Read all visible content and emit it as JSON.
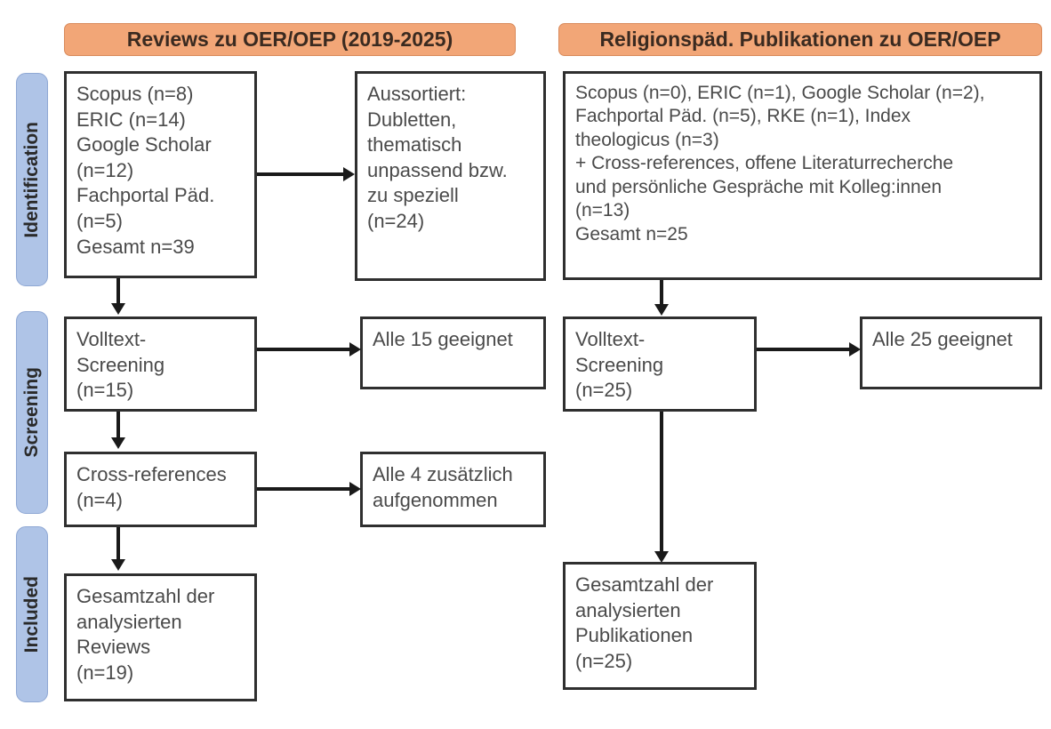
{
  "phases": [
    {
      "label": "Identification"
    },
    {
      "label": "Screening"
    },
    {
      "label": "Included"
    }
  ],
  "columns": [
    {
      "header": "Reviews zu OER/OEP (2019-2025)"
    },
    {
      "header": "Religionspäd. Publikationen zu OER/OEP"
    }
  ],
  "left_column": {
    "identification_sources": {
      "lines": [
        "Scopus (n=8)",
        "ERIC (n=14)",
        "Google Scholar",
        "(n=12)",
        "Fachportal Päd.",
        "(n=5)",
        "Gesamt n=39"
      ]
    },
    "excluded": {
      "lines": [
        "Aussortiert:",
        "Dubletten,",
        "thematisch",
        "unpassend bzw.",
        "zu speziell",
        "(n=24)"
      ]
    },
    "fulltext_screening": {
      "lines": [
        "Volltext-",
        "Screening",
        "(n=15)"
      ]
    },
    "screening_result": {
      "lines": [
        "Alle 15 geeignet"
      ]
    },
    "cross_references": {
      "lines": [
        "Cross-references",
        "(n=4)"
      ]
    },
    "cross_references_result": {
      "lines": [
        "Alle 4 zusätzlich",
        "aufgenommen"
      ]
    },
    "included_total": {
      "lines": [
        "Gesamtzahl der",
        "analysierten",
        "Reviews",
        "(n=19)"
      ]
    }
  },
  "right_column": {
    "identification_sources": {
      "lines": [
        "Scopus (n=0), ERIC (n=1), Google Scholar (n=2),",
        "Fachportal Päd. (n=5), RKE (n=1), Index",
        "theologicus (n=3)",
        "+ Cross-references, offene Literaturrecherche",
        "und persönliche Gespräche mit Kolleg:innen",
        "(n=13)",
        "Gesamt n=25"
      ]
    },
    "fulltext_screening": {
      "lines": [
        "Volltext-",
        "Screening",
        "(n=25)"
      ]
    },
    "screening_result": {
      "lines": [
        "Alle 25 geeignet"
      ]
    },
    "included_total": {
      "lines": [
        "Gesamtzahl der",
        "analysierten",
        "Publikationen",
        "(n=25)"
      ]
    }
  },
  "colors": {
    "header_orange": "#f2a677",
    "phase_blue": "#afc4e7",
    "box_border": "#2f2f2f",
    "text_gray": "#4a4a4a"
  }
}
